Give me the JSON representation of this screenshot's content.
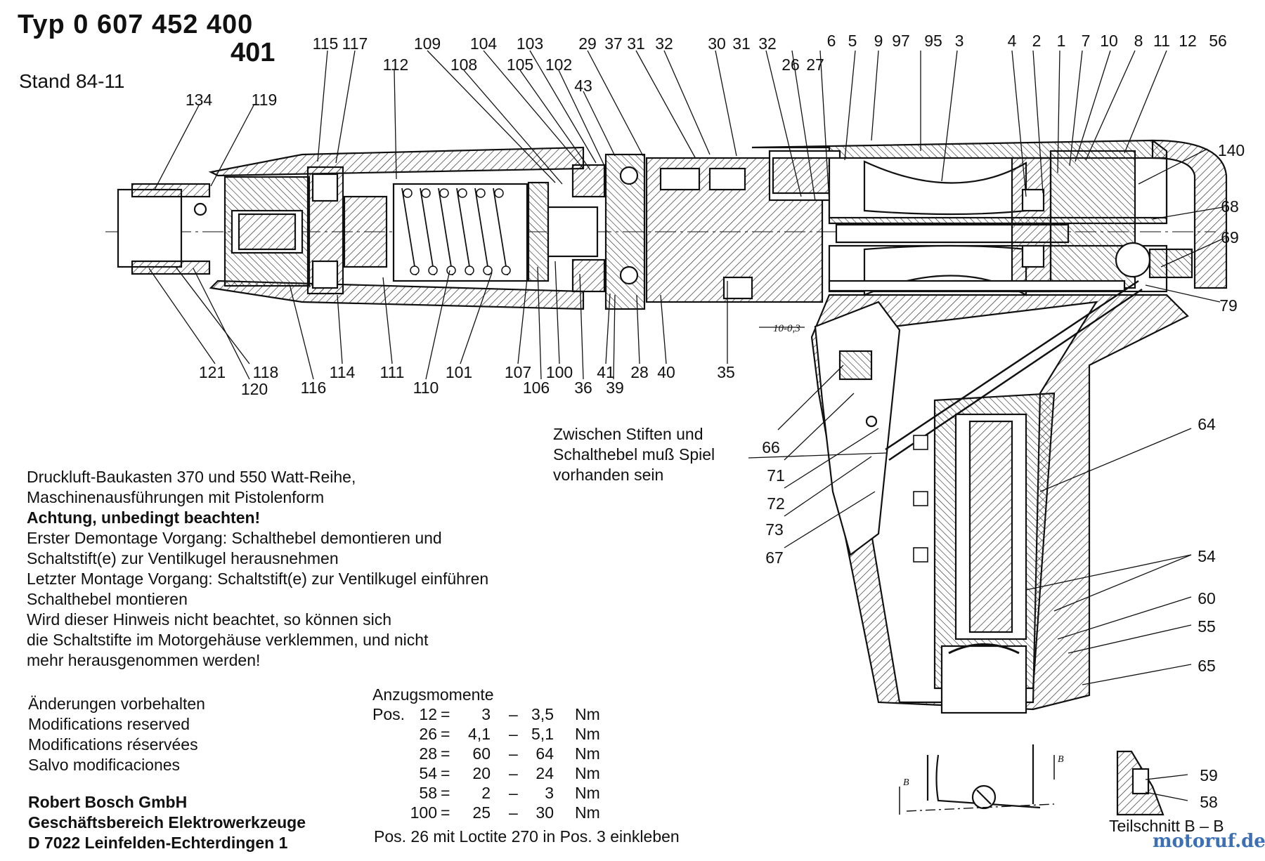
{
  "header": {
    "typ_line": "Typ  0 607 452 400",
    "variant": "401",
    "stand": "Stand  84-11"
  },
  "callouts": [
    "115",
    "117",
    "112",
    "109",
    "104",
    "103",
    "108",
    "105",
    "102",
    "43",
    "29",
    "37",
    "31",
    "32",
    "30",
    "31",
    "32",
    "26",
    "27",
    "6",
    "5",
    "9",
    "97",
    "95",
    "3",
    "4",
    "2",
    "1",
    "7",
    "10",
    "8",
    "11",
    "12",
    "56",
    "134",
    "119",
    "140",
    "68",
    "69",
    "79",
    "121",
    "118",
    "120",
    "116",
    "114",
    "111",
    "110",
    "101",
    "107",
    "106",
    "100",
    "36",
    "41",
    "39",
    "28",
    "40",
    "35",
    "66",
    "71",
    "72",
    "73",
    "67",
    "64",
    "54",
    "60",
    "55",
    "65",
    "59",
    "58"
  ],
  "dimension_note": "10-0,3",
  "play_note": [
    "Zwischen Stiften und",
    "Schalthebel muß Spiel",
    "vorhanden sein"
  ],
  "description": [
    "Druckluft-Baukasten 370 und 550 Watt-Reihe,",
    "Maschinenausführungen mit Pistolenform"
  ],
  "warning": {
    "title": "Achtung, unbedingt beachten!",
    "lines": [
      "Erster Demontage Vorgang: Schalthebel demontieren und",
      "Schaltstift(e) zur Ventilkugel herausnehmen",
      "Letzter Montage Vorgang: Schaltstift(e) zur Ventilkugel einführen",
      "Schalthebel montieren",
      "Wird dieser Hinweis nicht beachtet, so können sich",
      "die Schaltstifte im Motorgehäuse verklemmen, und nicht",
      "mehr herausgenommen werden!"
    ]
  },
  "modifications": [
    "Änderungen vorbehalten",
    "Modifications reserved",
    "Modifications réservées",
    "Salvo modificaciones"
  ],
  "company": [
    "Robert Bosch GmbH",
    "Geschäftsbereich Elektrowerkzeuge",
    "D 7022 Leinfelden-Echterdingen 1"
  ],
  "torque": {
    "title": "Anzugsmomente",
    "pos_label": "Pos.",
    "rows": [
      {
        "pos": "12",
        "from": "3",
        "to": "3,5",
        "unit": "Nm"
      },
      {
        "pos": "26",
        "from": "4,1",
        "to": "5,1",
        "unit": "Nm"
      },
      {
        "pos": "28",
        "from": "60",
        "to": "64",
        "unit": "Nm"
      },
      {
        "pos": "54",
        "from": "20",
        "to": "24",
        "unit": "Nm"
      },
      {
        "pos": "58",
        "from": "2",
        "to": "3",
        "unit": "Nm"
      },
      {
        "pos": "100",
        "from": "25",
        "to": "30",
        "unit": "Nm"
      }
    ],
    "footnote": "Pos. 26 mit Loctite 270 in Pos. 3 einkleben"
  },
  "section": {
    "marker": "B",
    "caption": "Teilschnitt B – B"
  },
  "watermark": "motoruf.de"
}
